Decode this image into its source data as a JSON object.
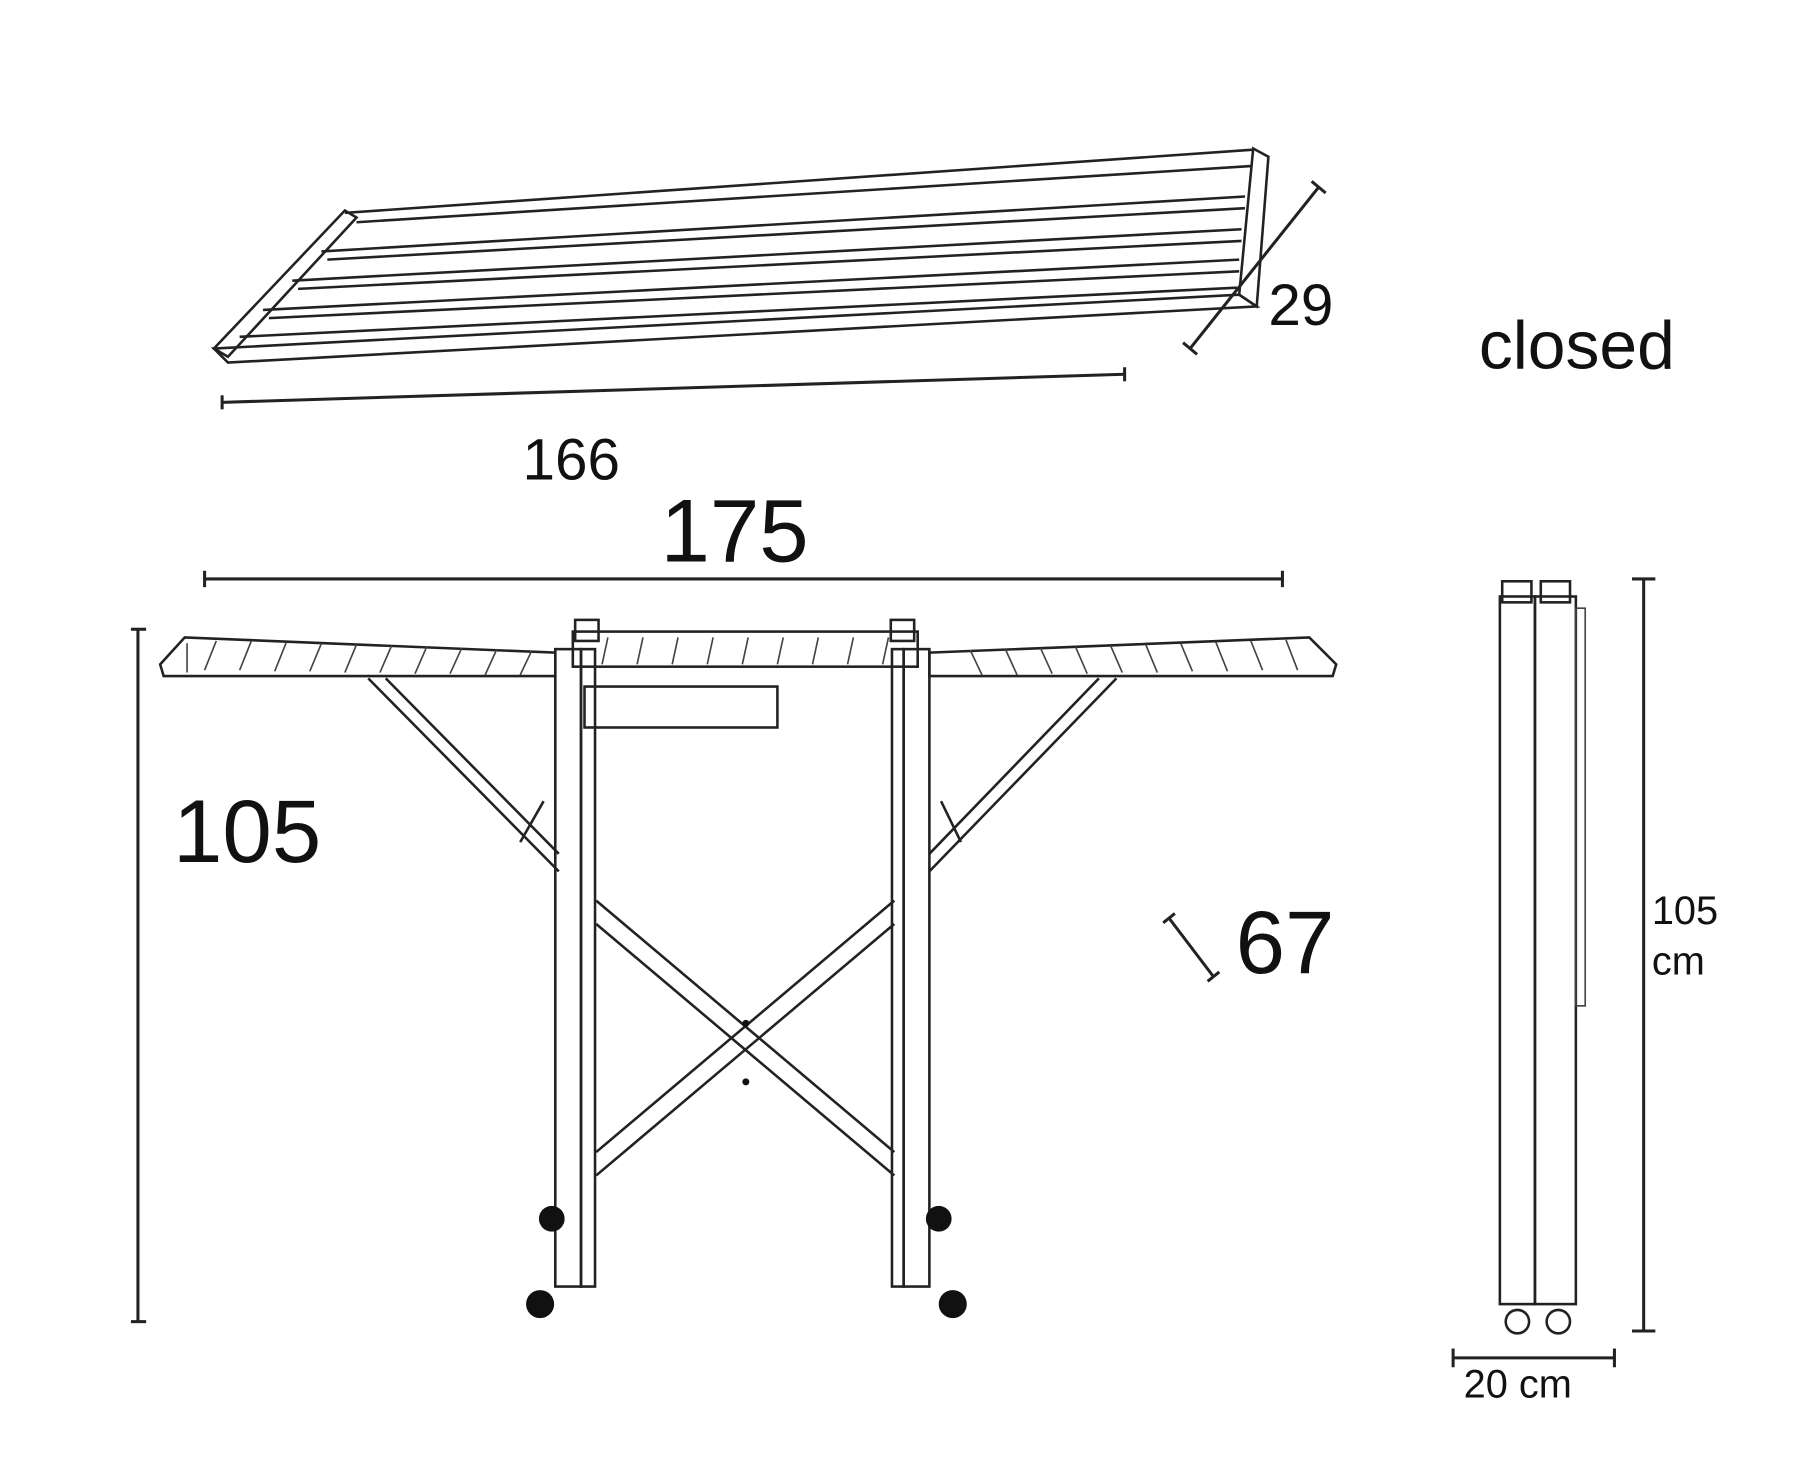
{
  "closed_label": "closed",
  "top_view": {
    "length_label": "166",
    "depth_label": "29"
  },
  "open_view": {
    "width_label": "175",
    "height_label": "105",
    "depth_label": "67"
  },
  "closed_view": {
    "height_value": "105",
    "height_unit": "cm",
    "width_label": "20 cm"
  },
  "colors": {
    "line": "#222222",
    "background": "#ffffff"
  }
}
